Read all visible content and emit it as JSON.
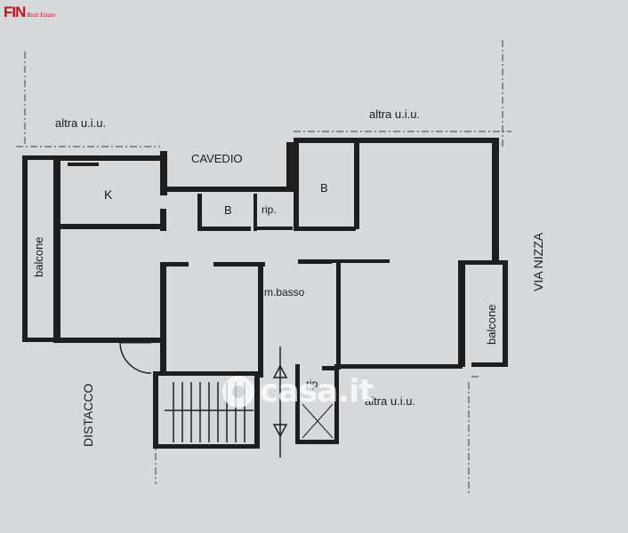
{
  "brand": {
    "name": "FIN",
    "tagline": "Real Estate"
  },
  "watermark": {
    "text": "casa.it"
  },
  "rooms": {
    "kitchen": "K",
    "bath_1": "B",
    "bath_2": "B",
    "storage_1": "rip.",
    "storage_2": "rip",
    "low_wall": "m.basso",
    "courtyard": "CAVEDIO"
  },
  "labels": {
    "other_unit_top_left": "altra u.i.u.",
    "other_unit_top_right": "altra u.i.u.",
    "other_unit_bottom": "altra u.i.u.",
    "balcony_left": "balcone",
    "balcony_right": "balcone",
    "street": "VIA NIZZA",
    "detachment": "DISTACCO"
  },
  "colors": {
    "background": "#d6d9dc",
    "walls": "#1e1e1e",
    "brand": "#c0151c"
  }
}
